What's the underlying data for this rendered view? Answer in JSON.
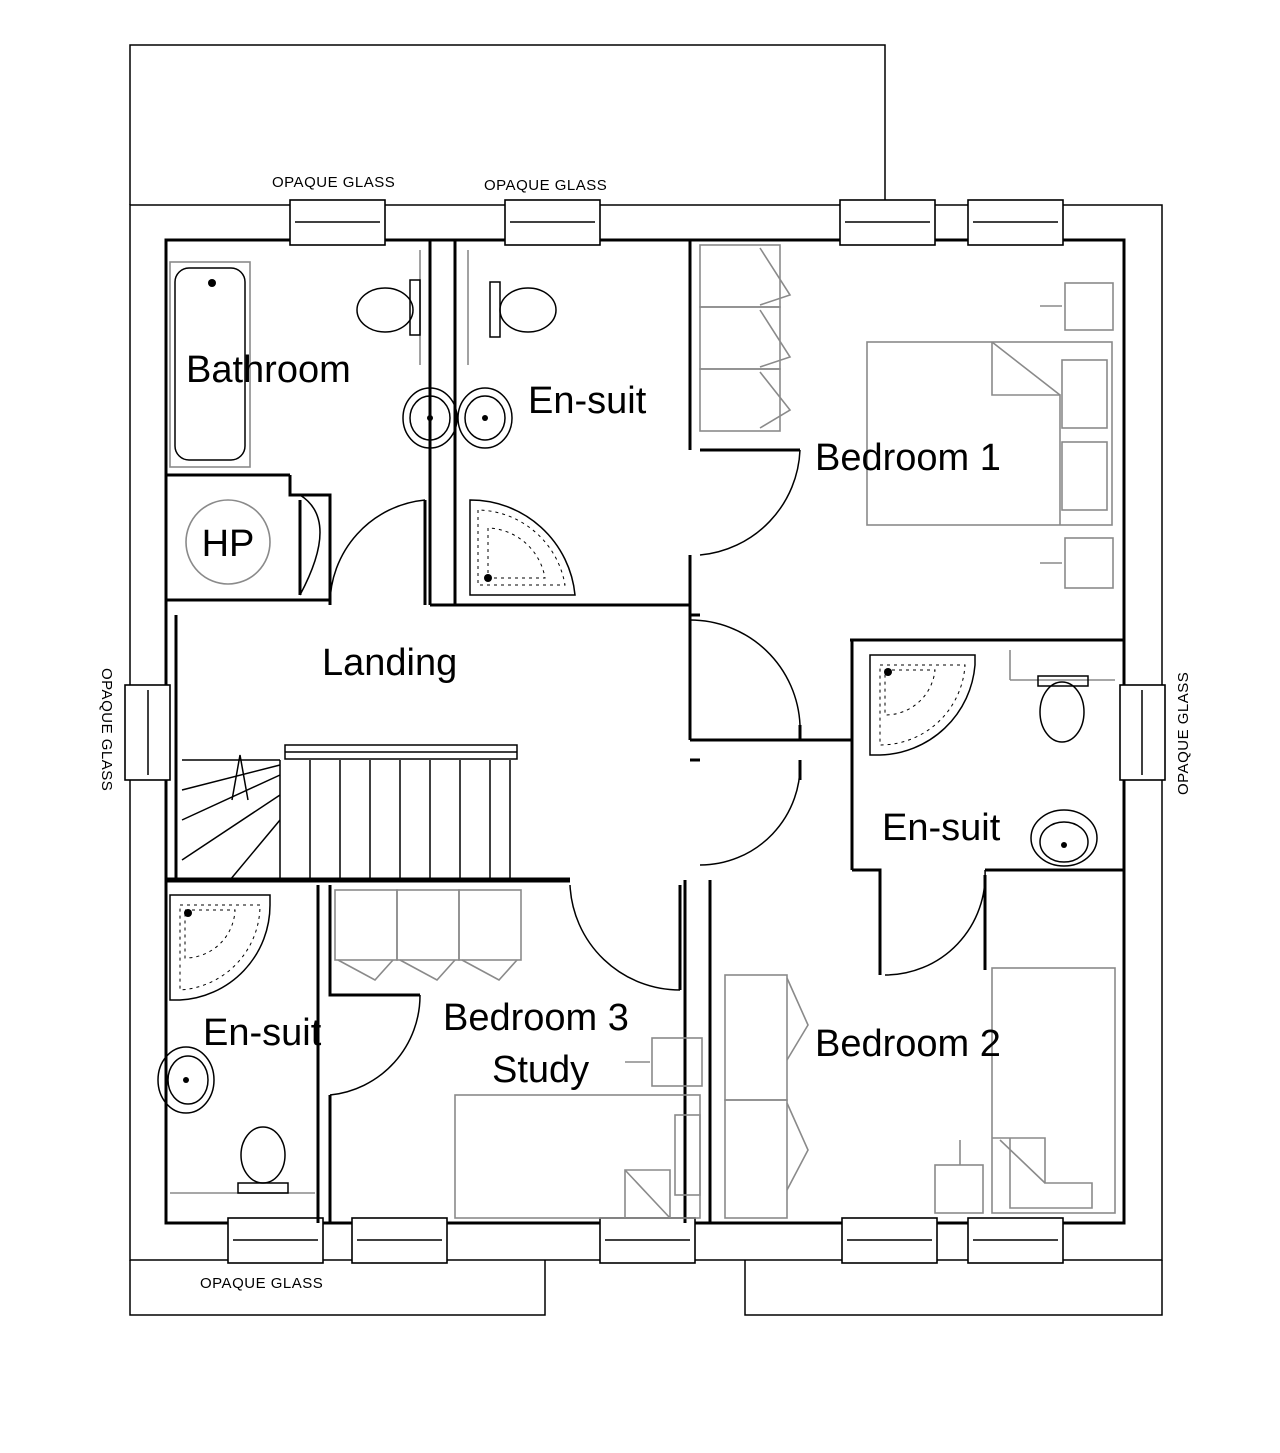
{
  "rooms": {
    "bathroom": "Bathroom",
    "ensuite_top": "En-suit",
    "bedroom1": "Bedroom 1",
    "heat_pump": "HP",
    "landing": "Landing",
    "ensuite_right": "En-suit",
    "ensuite_bottom_left": "En-suit",
    "bedroom3_line1": "Bedroom 3",
    "bedroom3_line2": "Study",
    "bedroom2": "Bedroom 2"
  },
  "window_labels": {
    "top_left": "OPAQUE GLASS",
    "top_mid": "OPAQUE GLASS",
    "left": "OPAQUE GLASS",
    "right": "OPAQUE GLASS",
    "bottom": "OPAQUE GLASS"
  }
}
